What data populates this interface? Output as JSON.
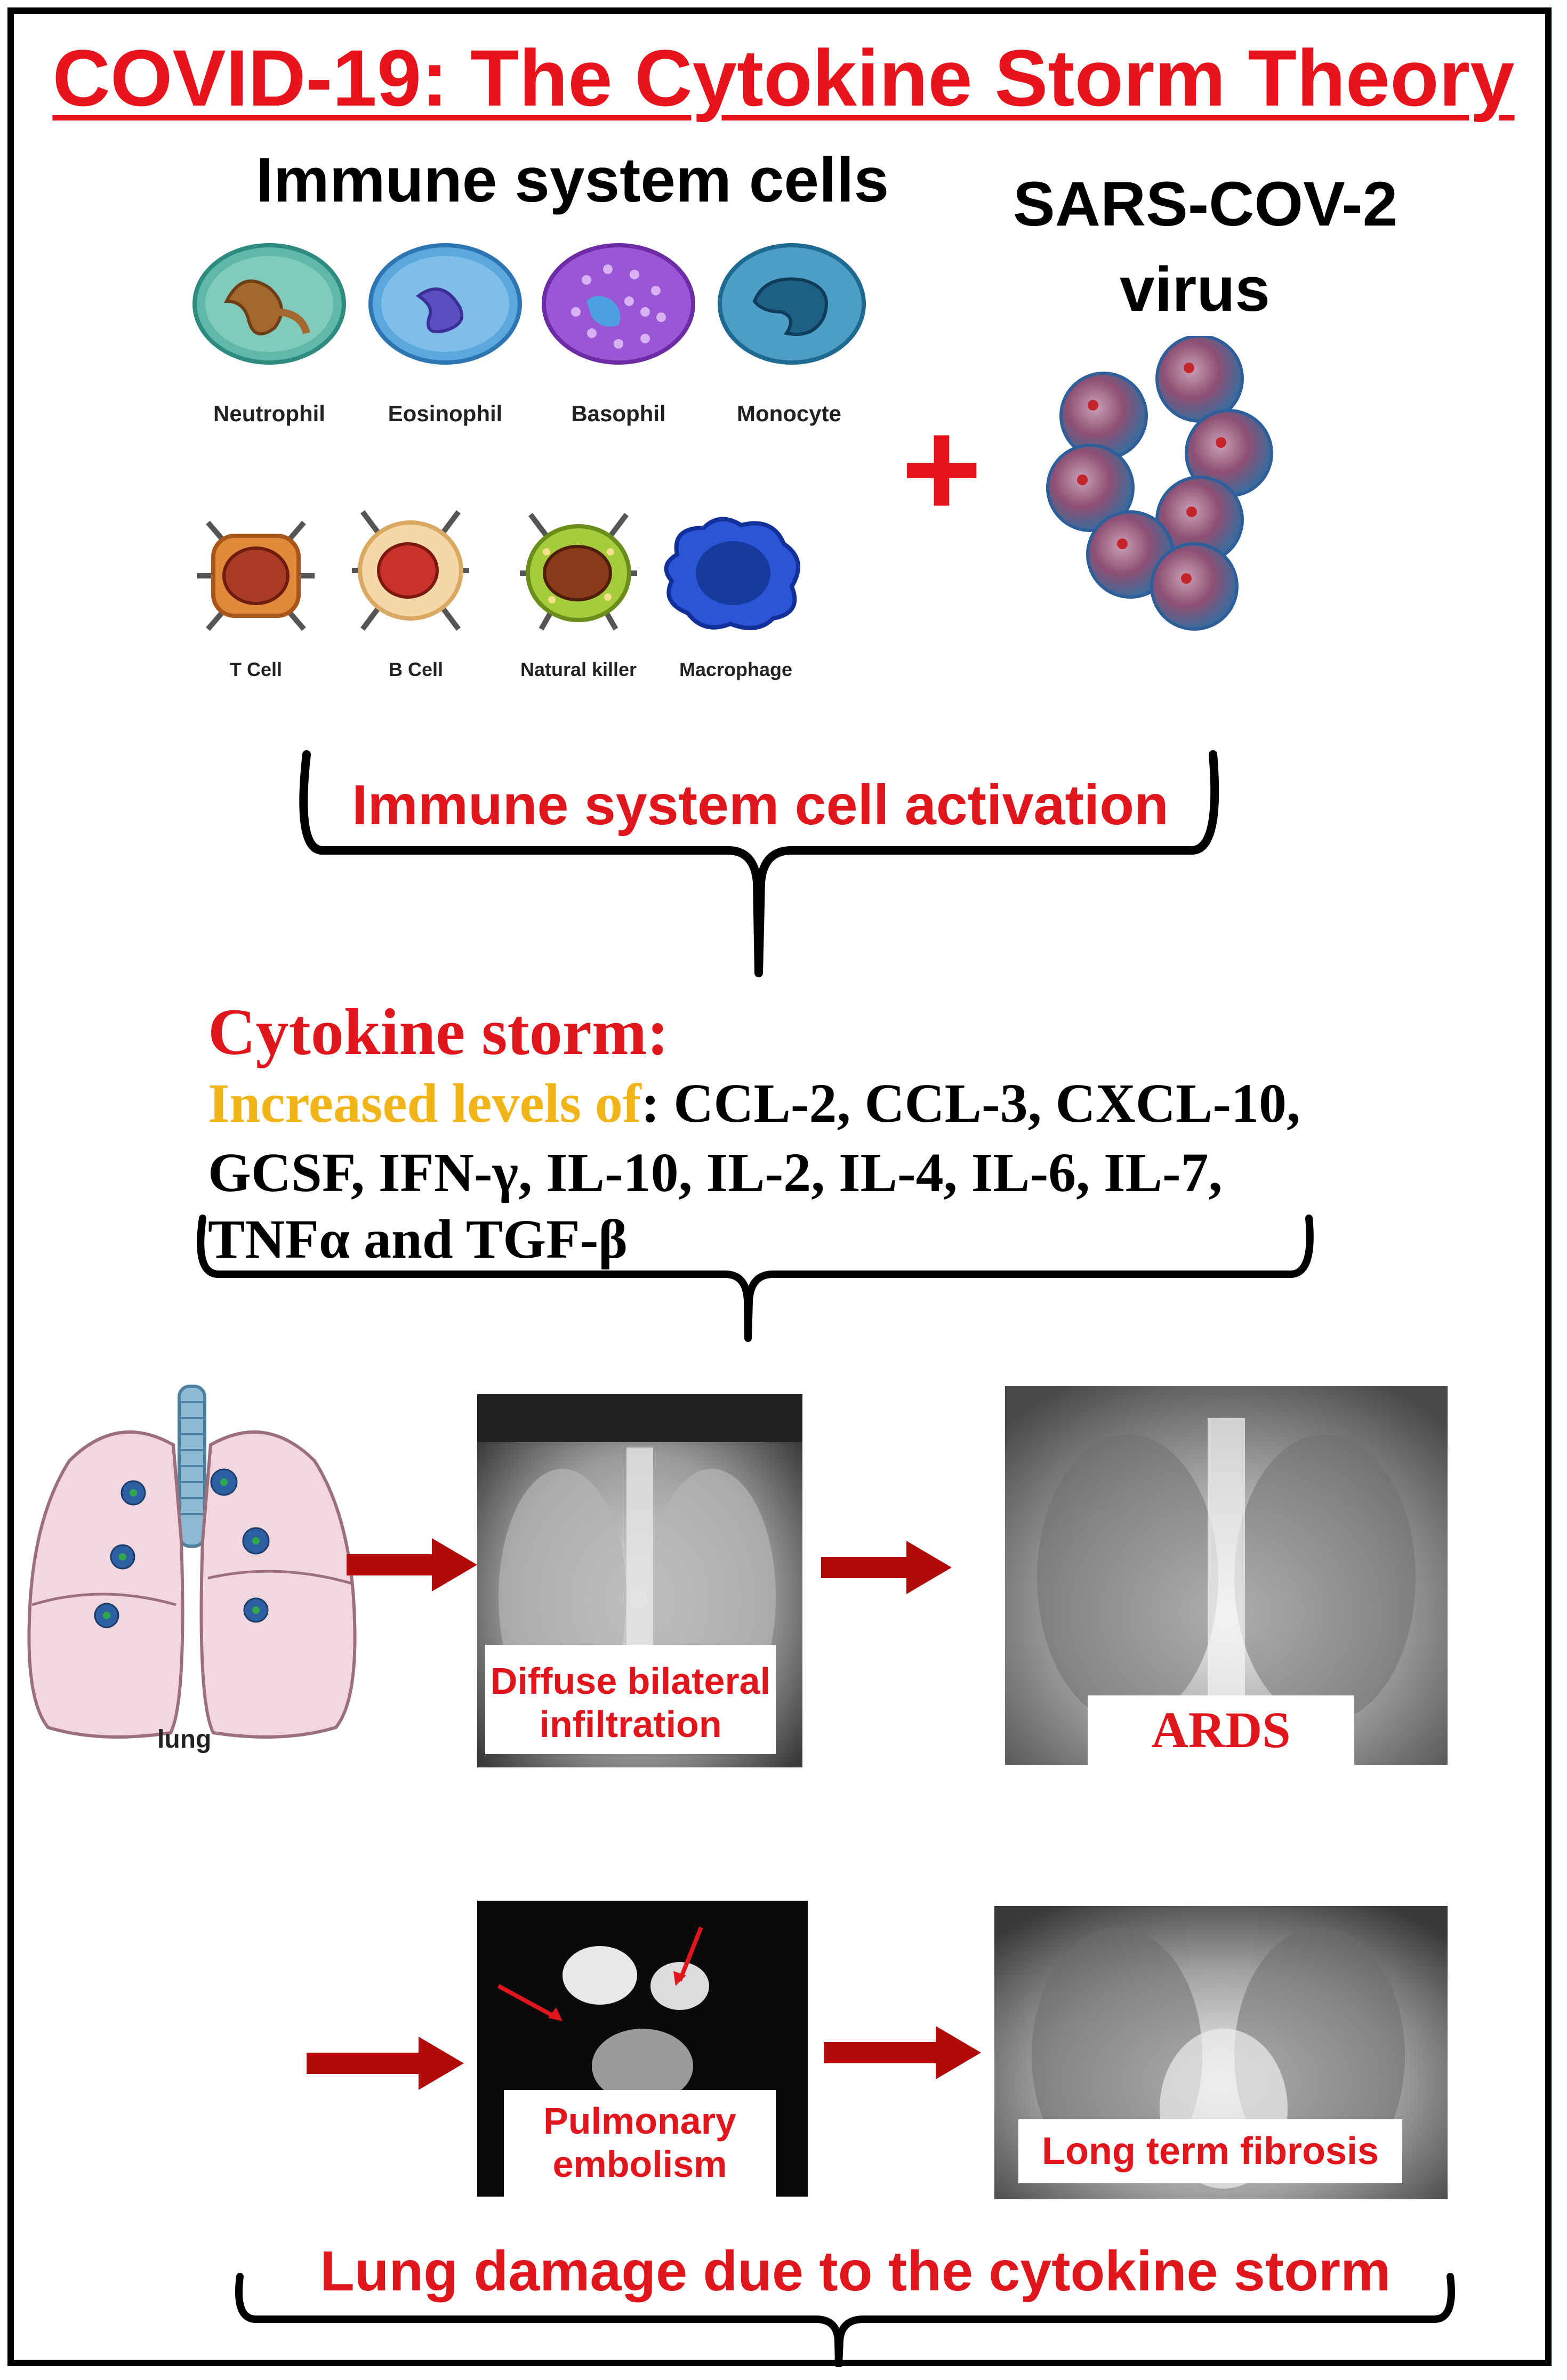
{
  "title": "COVID-19: The Cytokine Storm Theory",
  "immune_section": {
    "heading": "Immune system cells",
    "cells_row1": [
      {
        "label": "Neutrophil",
        "icon": "neutrophil-icon"
      },
      {
        "label": "Eosinophil",
        "icon": "eosinophil-icon"
      },
      {
        "label": "Basophil",
        "icon": "basophil-icon"
      },
      {
        "label": "Monocyte",
        "icon": "monocyte-icon"
      }
    ],
    "cells_row2": [
      {
        "label": "T Cell",
        "icon": "t-cell-icon"
      },
      {
        "label": "B Cell",
        "icon": "b-cell-icon"
      },
      {
        "label": "Natural killer",
        "icon": "natural-killer-icon"
      },
      {
        "label": "Macrophage",
        "icon": "macrophage-icon"
      }
    ]
  },
  "plus_symbol": "+",
  "virus_section": {
    "heading_line1": "SARS-COV-2",
    "heading_line2": "virus"
  },
  "activation_label": "Immune system cell activation",
  "cytokine": {
    "heading": "Cytokine storm:",
    "prefix": "Increased levels of",
    "line1_rest": ": CCL-2, CCL-3, CXCL-10,",
    "line2": "GCSF, IFN-γ, IL-10, IL-2, IL-4, IL-6, IL-7,",
    "line3": "TNFα and TGF-β"
  },
  "lung_label": "lung",
  "stages": {
    "diffuse_line1": "Diffuse bilateral",
    "diffuse_line2": "infiltration",
    "ards": "ARDS",
    "embolism_line1": "Pulmonary",
    "embolism_line2": "embolism",
    "fibrosis": "Long term fibrosis"
  },
  "bottom_label": "Lung damage due to the cytokine storm",
  "colors": {
    "accent_red": "#e8131b",
    "dark_red_arrow": "#b00a0a",
    "yellow": "#f2b519",
    "black": "#000000"
  }
}
